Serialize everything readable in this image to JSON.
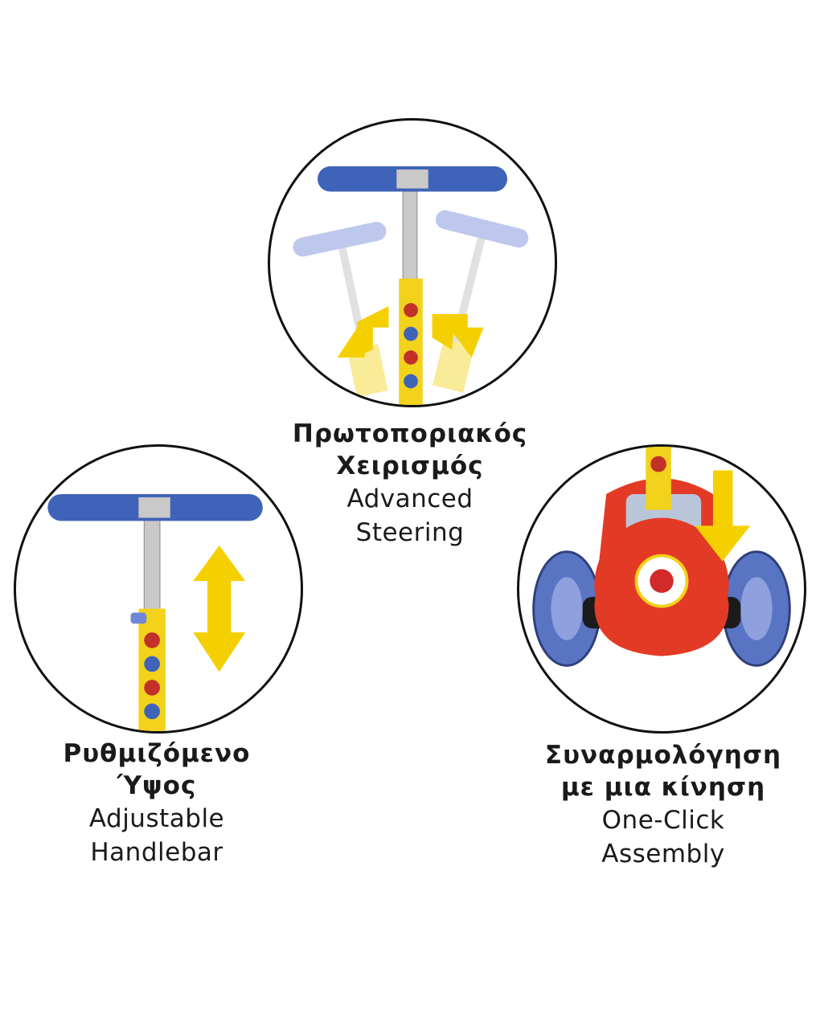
{
  "features": [
    {
      "title_gr_line1": "Πρωτοποριακός",
      "title_gr_line2": "Χειρισμός",
      "title_en_line1": "Advanced",
      "title_en_line2": "Steering",
      "icon": "steering-illustration"
    },
    {
      "title_gr_line1": "Ρυθμιζόμενο",
      "title_gr_line2": "Ύψος",
      "title_en_line1": "Adjustable",
      "title_en_line2": "Handlebar",
      "icon": "adjustable-height-illustration"
    },
    {
      "title_gr_line1": "Συναρμολόγηση",
      "title_gr_line2": "με μια κίνηση",
      "title_en_line1": "One-Click",
      "title_en_line2": "Assembly",
      "icon": "assembly-illustration"
    }
  ],
  "colors": {
    "grip_blue": "#3f63b8",
    "stem_yellow": "#f2d21a",
    "arrow_yellow": "#f5d000",
    "deck_red": "#e33a25",
    "wheel_blue": "#5a74c4",
    "outline": "#111111"
  }
}
